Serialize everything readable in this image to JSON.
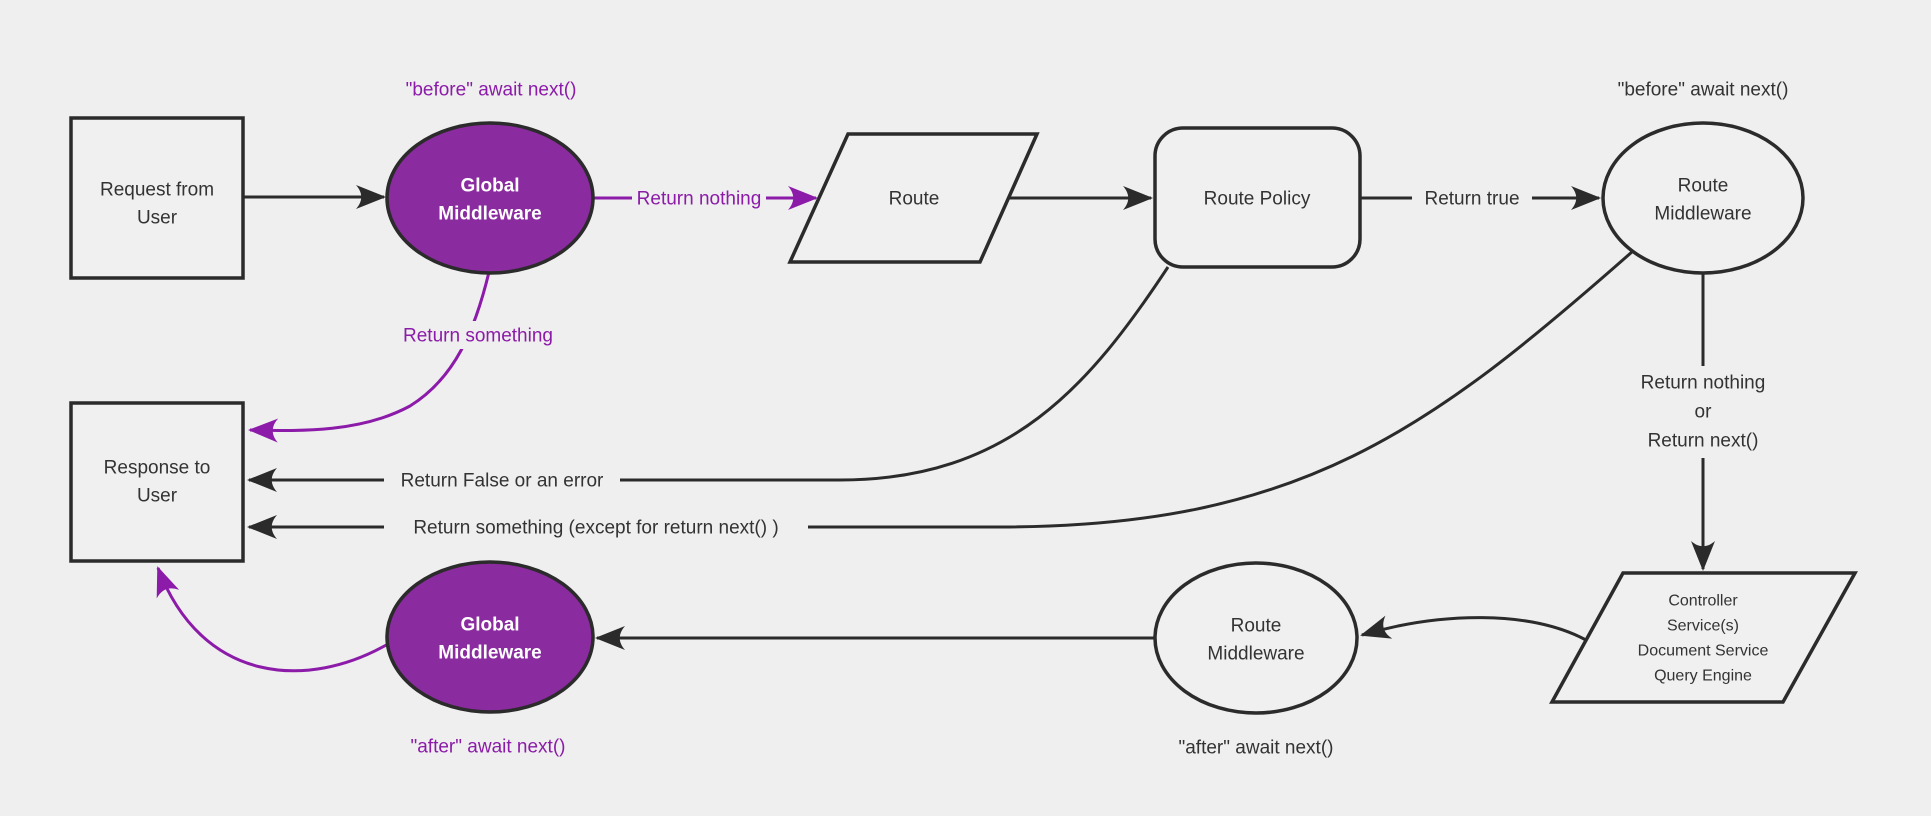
{
  "colors": {
    "background": "#efefef",
    "node_fill": "#f0f0f0",
    "stroke": "#2b2b2b",
    "text": "#333333",
    "purple_fill": "#8a2b9f",
    "purple_accent": "#8b1ba8",
    "white_text": "#ffffff"
  },
  "nodes": {
    "request": {
      "line1": "Request from",
      "line2": "User"
    },
    "global_middleware_before": {
      "line1": "Global",
      "line2": "Middleware"
    },
    "route": {
      "line1": "Route"
    },
    "route_policy": {
      "line1": "Route Policy"
    },
    "route_middleware_before": {
      "line1": "Route",
      "line2": "Middleware"
    },
    "backend": {
      "line1": "Controller",
      "line2": "Service(s)",
      "line3": "Document Service",
      "line4": "Query Engine"
    },
    "route_middleware_after": {
      "line1": "Route",
      "line2": "Middleware"
    },
    "global_middleware_after": {
      "line1": "Global",
      "line2": "Middleware"
    },
    "response": {
      "line1": "Response to",
      "line2": "User"
    }
  },
  "edges": {
    "return_nothing": "Return nothing",
    "return_true": "Return true",
    "return_block_line1": "Return nothing",
    "return_block_line2": "or",
    "return_block_line3": "Return next()",
    "return_false": "Return False or an error",
    "return_something_except": "Return something (except for return next() )",
    "return_something": "Return something"
  },
  "annotations": {
    "before_global": "\"before\" await next()",
    "before_route": "\"before\" await next()",
    "after_route": "\"after\" await next()",
    "after_global": "\"after\" await next()"
  }
}
